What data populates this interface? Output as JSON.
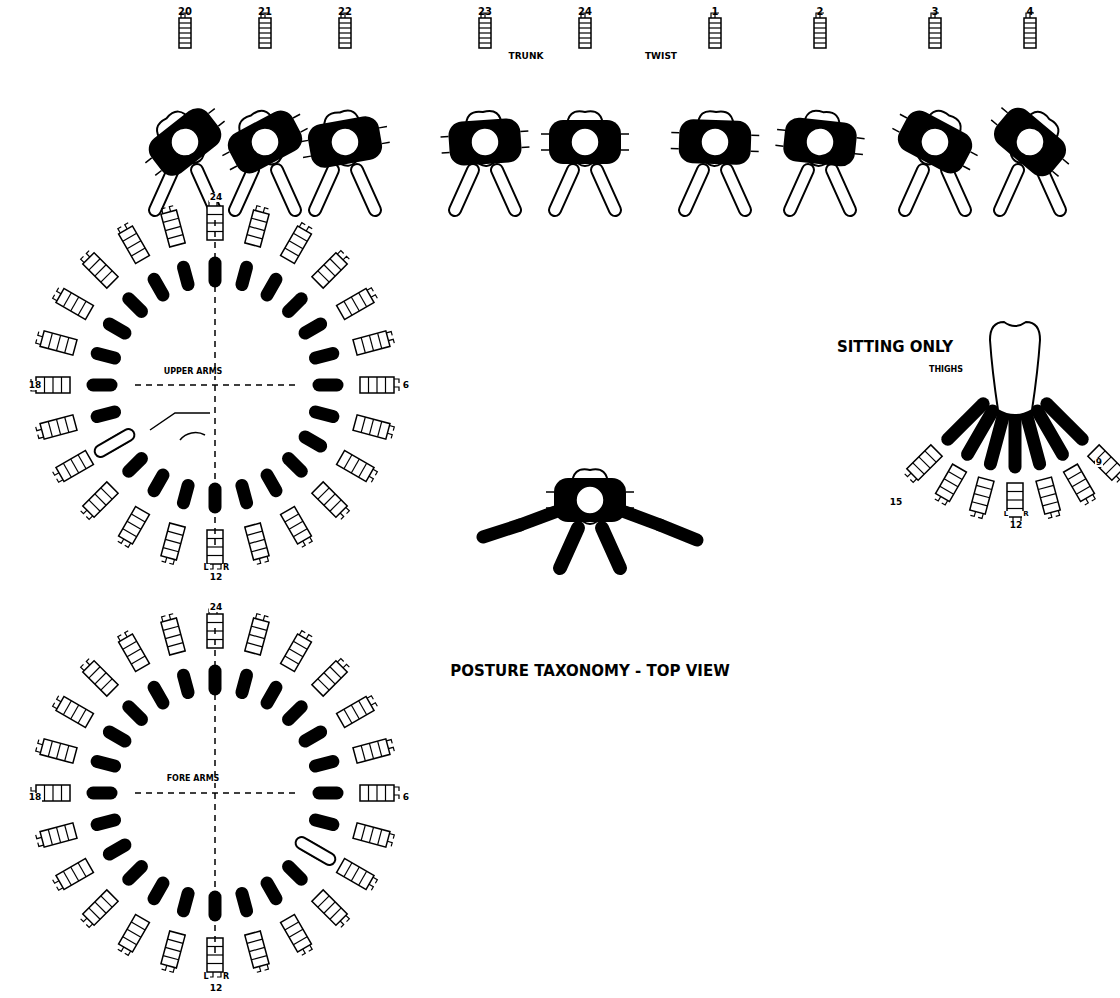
{
  "diagram": {
    "title": "POSTURE TAXONOMY - TOP VIEW",
    "labels": [
      "TRUNK",
      "TWIST",
      "20",
      "21",
      "22",
      "23",
      "24",
      "1",
      "2",
      "3",
      "4",
      "24",
      "18",
      "6",
      "12",
      "UPPER ARMS",
      "L",
      "R",
      "SITTING ONLY",
      "THIGHS",
      "15",
      "12",
      "9",
      "L",
      "R",
      "24",
      "18",
      "6",
      "12",
      "FORE ARMS",
      "L",
      "R"
    ]
  }
}
